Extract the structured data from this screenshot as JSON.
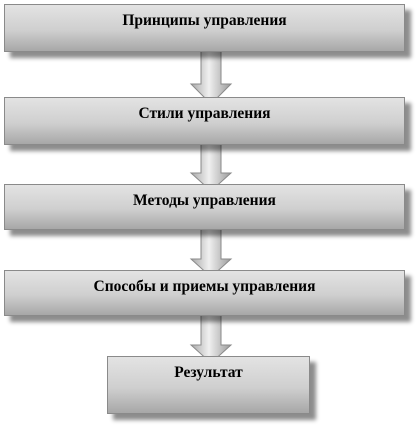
{
  "diagram": {
    "steps": [
      "Принципы управления",
      "Стили управления",
      "Методы управления",
      "Способы и приемы управления",
      "Результат"
    ],
    "colors": {
      "box_top": "#e3e3e3",
      "box_mid": "#cfcfcf",
      "box_bottom": "#a7a7a7",
      "arrow_light": "#eeeeee",
      "arrow_dark": "#9a9a9a"
    }
  }
}
